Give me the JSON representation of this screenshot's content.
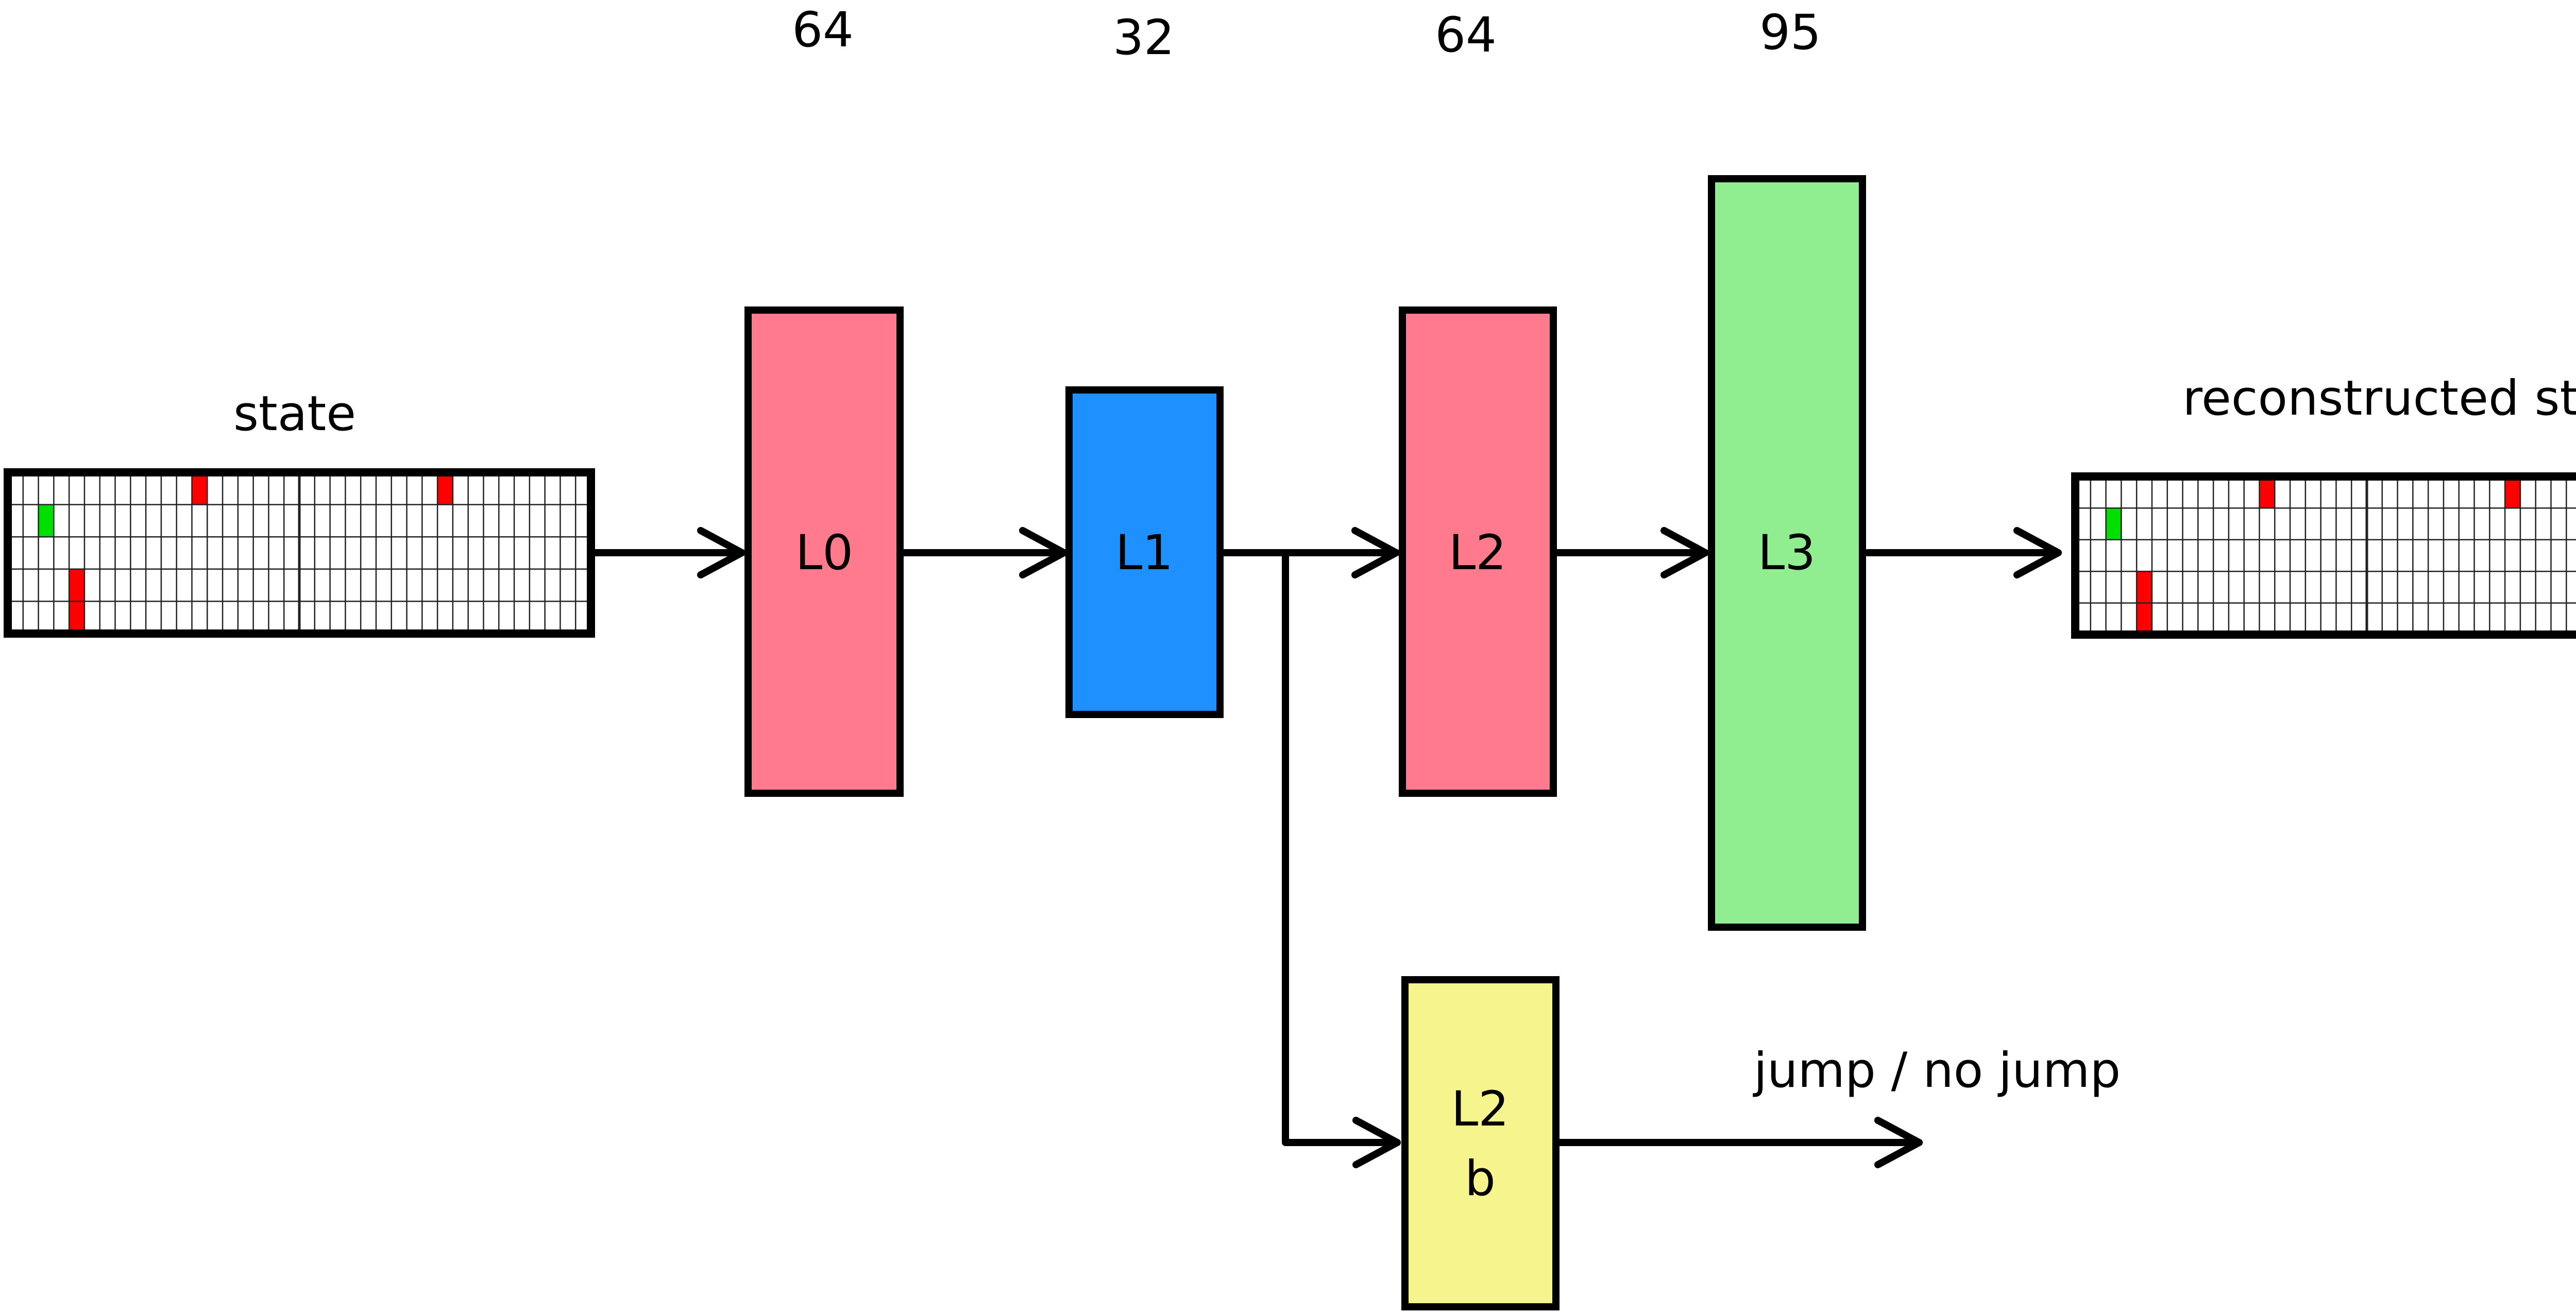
{
  "diagram": {
    "input_label": "state",
    "output_label": "reconstructed state",
    "branch_output_label": "jump / no jump",
    "layers": [
      {
        "id": "L0",
        "label": "L0",
        "size": "64",
        "color": "#FF7A8C"
      },
      {
        "id": "L1",
        "label": "L1",
        "size": "32",
        "color": "#1E90FF"
      },
      {
        "id": "L2",
        "label": "L2",
        "size": "64",
        "color": "#FF7A8C"
      },
      {
        "id": "L3",
        "label": "L3",
        "size": "95",
        "color": "#90EE90"
      }
    ],
    "branch_layer": {
      "id": "L2b",
      "label_line1": "L2",
      "label_line2": "b",
      "color": "#F6F48C"
    },
    "state_grid": {
      "rows": 5,
      "cols": 38,
      "green_cells": [
        [
          1,
          2
        ]
      ],
      "red_cells": [
        [
          0,
          12
        ],
        [
          0,
          28
        ],
        [
          3,
          4
        ],
        [
          4,
          4
        ]
      ],
      "colors": {
        "green": "#00E000",
        "red": "#FF0000"
      }
    }
  }
}
